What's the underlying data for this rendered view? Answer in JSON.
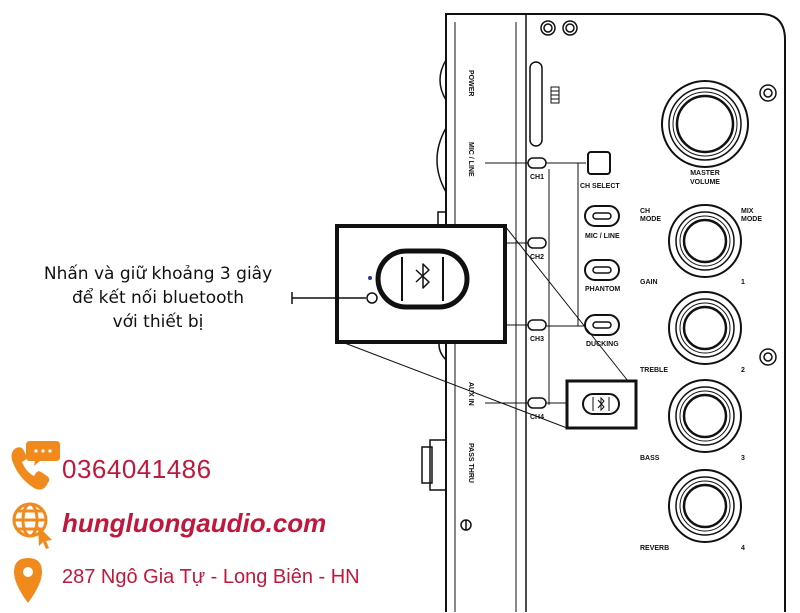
{
  "instruction": {
    "line1": "Nhấn và giữ khoảng 3 giây",
    "line2": "để kết nối bluetooth",
    "line3": "với thiết bị"
  },
  "panel": {
    "power": "POWER",
    "mic_line_side": "MIC / LINE",
    "aux_in": "AUX IN",
    "pass_thru": "PASS THRU",
    "ch1": "CH1",
    "ch2": "CH2",
    "ch3": "CH3",
    "ch4": "CH4",
    "ch_select": "CH SELECT",
    "mic_line": "MIC / LINE",
    "phantom": "PHANTOM",
    "ducking": "DUCKING",
    "master": "MASTER",
    "volume": "VOLUME",
    "ch": "CH",
    "mode": "MODE",
    "mix": "MIX",
    "mix_mode": "MODE",
    "gain": "GAIN",
    "n1": "1",
    "treble": "TREBLE",
    "n2": "2",
    "bass": "BASS",
    "n3": "3",
    "reverb": "REVERB",
    "n4": "4"
  },
  "contact": {
    "phone": "0364041486",
    "website": "hungluongaudio.com",
    "address": "287 Ngô Gia Tự - Long Biên - HN"
  },
  "colors": {
    "brand_red": "#c0183c",
    "icon_orange": "#f08a1c",
    "line": "#111111"
  }
}
